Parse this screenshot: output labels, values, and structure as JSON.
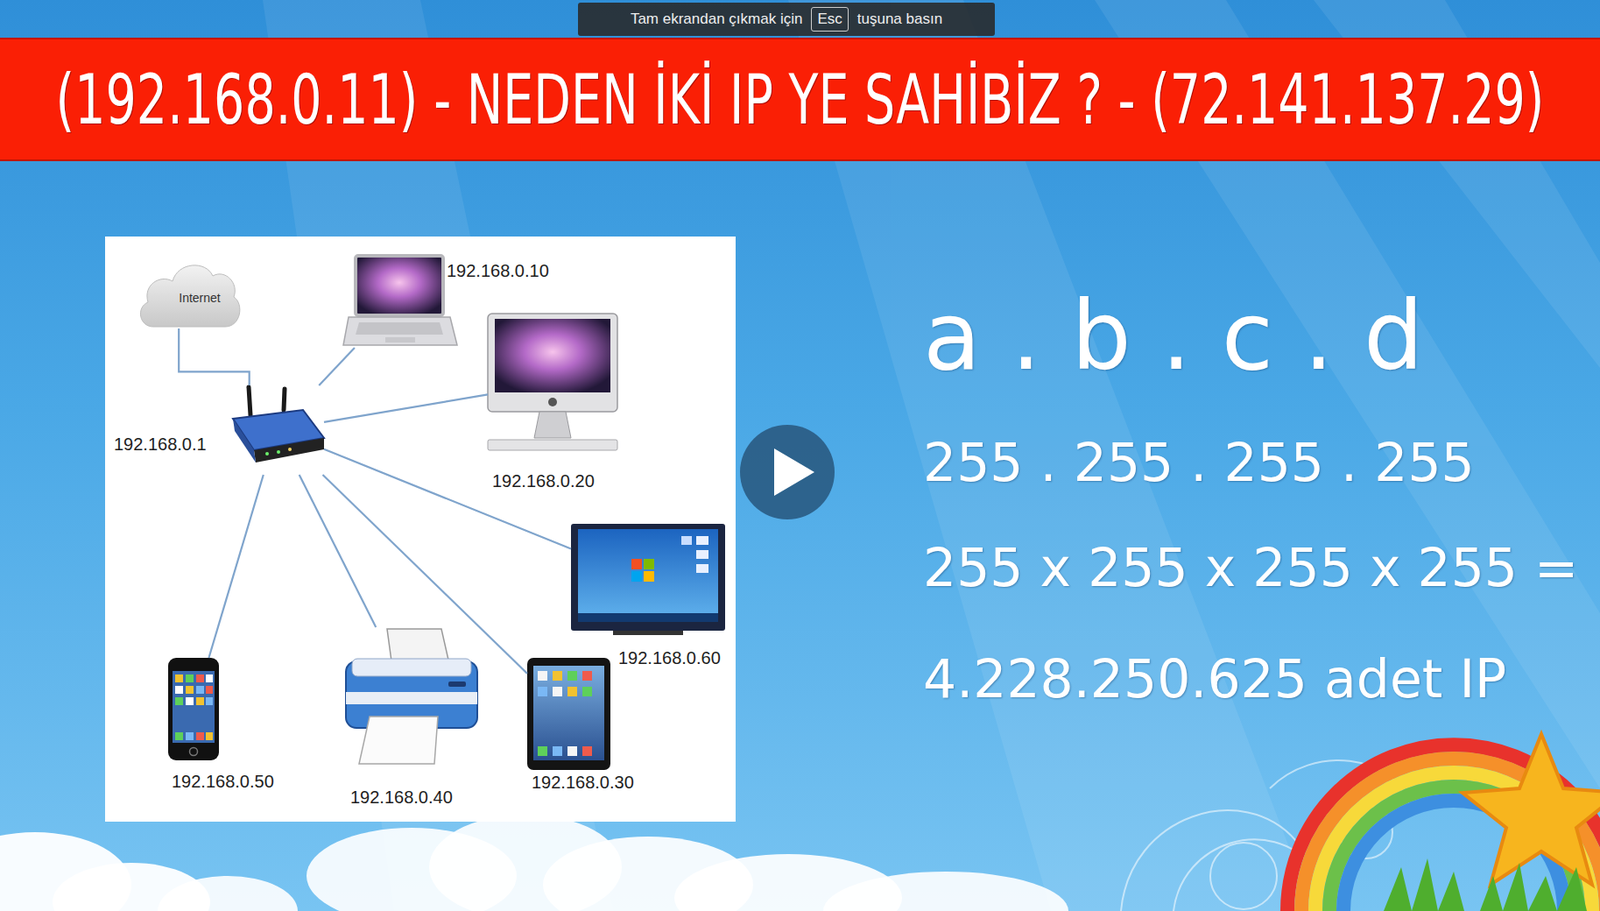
{
  "diagram": {
    "title": "(192.168.0.11) - NEDEN İKİ IP YE SAHİBİZ ? - (72.141.137.29)",
    "nodes": [
      {
        "text": [
          "Internet"
        ]
      },
      {
        "text": [
          "192.168.0.10"
        ]
      },
      {
        "text": [
          "192.168.0.1"
        ]
      },
      {
        "text": [
          "192.168.0.20"
        ]
      },
      {
        "text": [
          "192.168.0.60"
        ]
      },
      {
        "text": [
          "192.168.0.50"
        ]
      },
      {
        "text": [
          "192.168.0.40"
        ]
      },
      {
        "text": [
          "192.168.0.30"
        ]
      }
    ],
    "edges": [
      {
        "from": 0,
        "to": 2,
        "arrow": "none"
      },
      {
        "from": 2,
        "to": 1,
        "arrow": "none"
      },
      {
        "from": 2,
        "to": 3,
        "arrow": "none"
      },
      {
        "from": 2,
        "to": 4,
        "arrow": "none"
      },
      {
        "from": 2,
        "to": 7,
        "arrow": "none"
      },
      {
        "from": 2,
        "to": 6,
        "arrow": "none"
      },
      {
        "from": 2,
        "to": 5,
        "arrow": "none"
      }
    ],
    "labels": [
      "Tam ekrandan çıkmak için",
      "Esc",
      "tuşuna basın",
      "a . b . c . d",
      "255 . 255 . 255 . 255",
      "255 x 255 x 255 x 255 =",
      "4.228.250.625 adet IP"
    ]
  }
}
